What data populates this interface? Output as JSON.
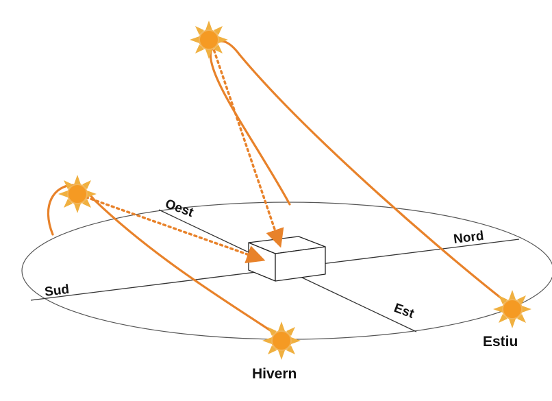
{
  "directions": {
    "north": "Nord",
    "south": "Sud",
    "east": "Est",
    "west": "Oest"
  },
  "seasons": {
    "summer": "Estiu",
    "winter": "Hivern"
  },
  "colors": {
    "path": "#E8822A",
    "sun_core": "#F59A23",
    "sun_rays": "#F0B040",
    "outline": "#222222"
  },
  "icons": [
    "sun-icon",
    "building-block"
  ]
}
